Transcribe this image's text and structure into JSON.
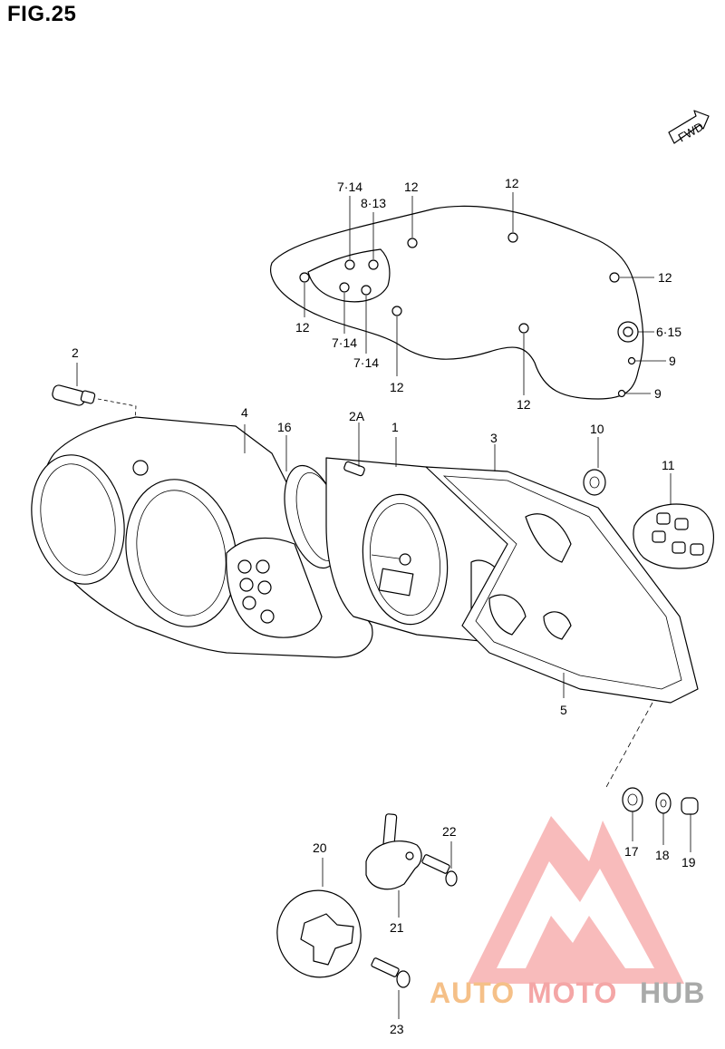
{
  "figure": {
    "title": "FIG.25",
    "fwd_label": "FWD"
  },
  "callouts": {
    "c2": "2",
    "c2A": "2A",
    "c1": "1",
    "c3": "3",
    "c4": "4",
    "c5": "5",
    "c10": "10",
    "c11": "11",
    "c16": "16",
    "c17": "17",
    "c18": "18",
    "c19": "19",
    "c20": "20",
    "c21": "21",
    "c22": "22",
    "c23": "23",
    "c714a": "7·14",
    "c813": "8·13",
    "c12a": "12",
    "c12b": "12",
    "c12c": "12",
    "c12d": "12",
    "c714b": "7·14",
    "c714c": "7·14",
    "c12e": "12",
    "c12f": "12",
    "c615": "6·15",
    "c9a": "9",
    "c9b": "9"
  },
  "watermark": {
    "part1": "AUTO",
    "part2": "MOTO",
    "part3": "HUB",
    "color1": "#f5c088",
    "color2": "#f4a6a6",
    "color3": "#a9aaa9",
    "logo_color": "#f08080"
  }
}
